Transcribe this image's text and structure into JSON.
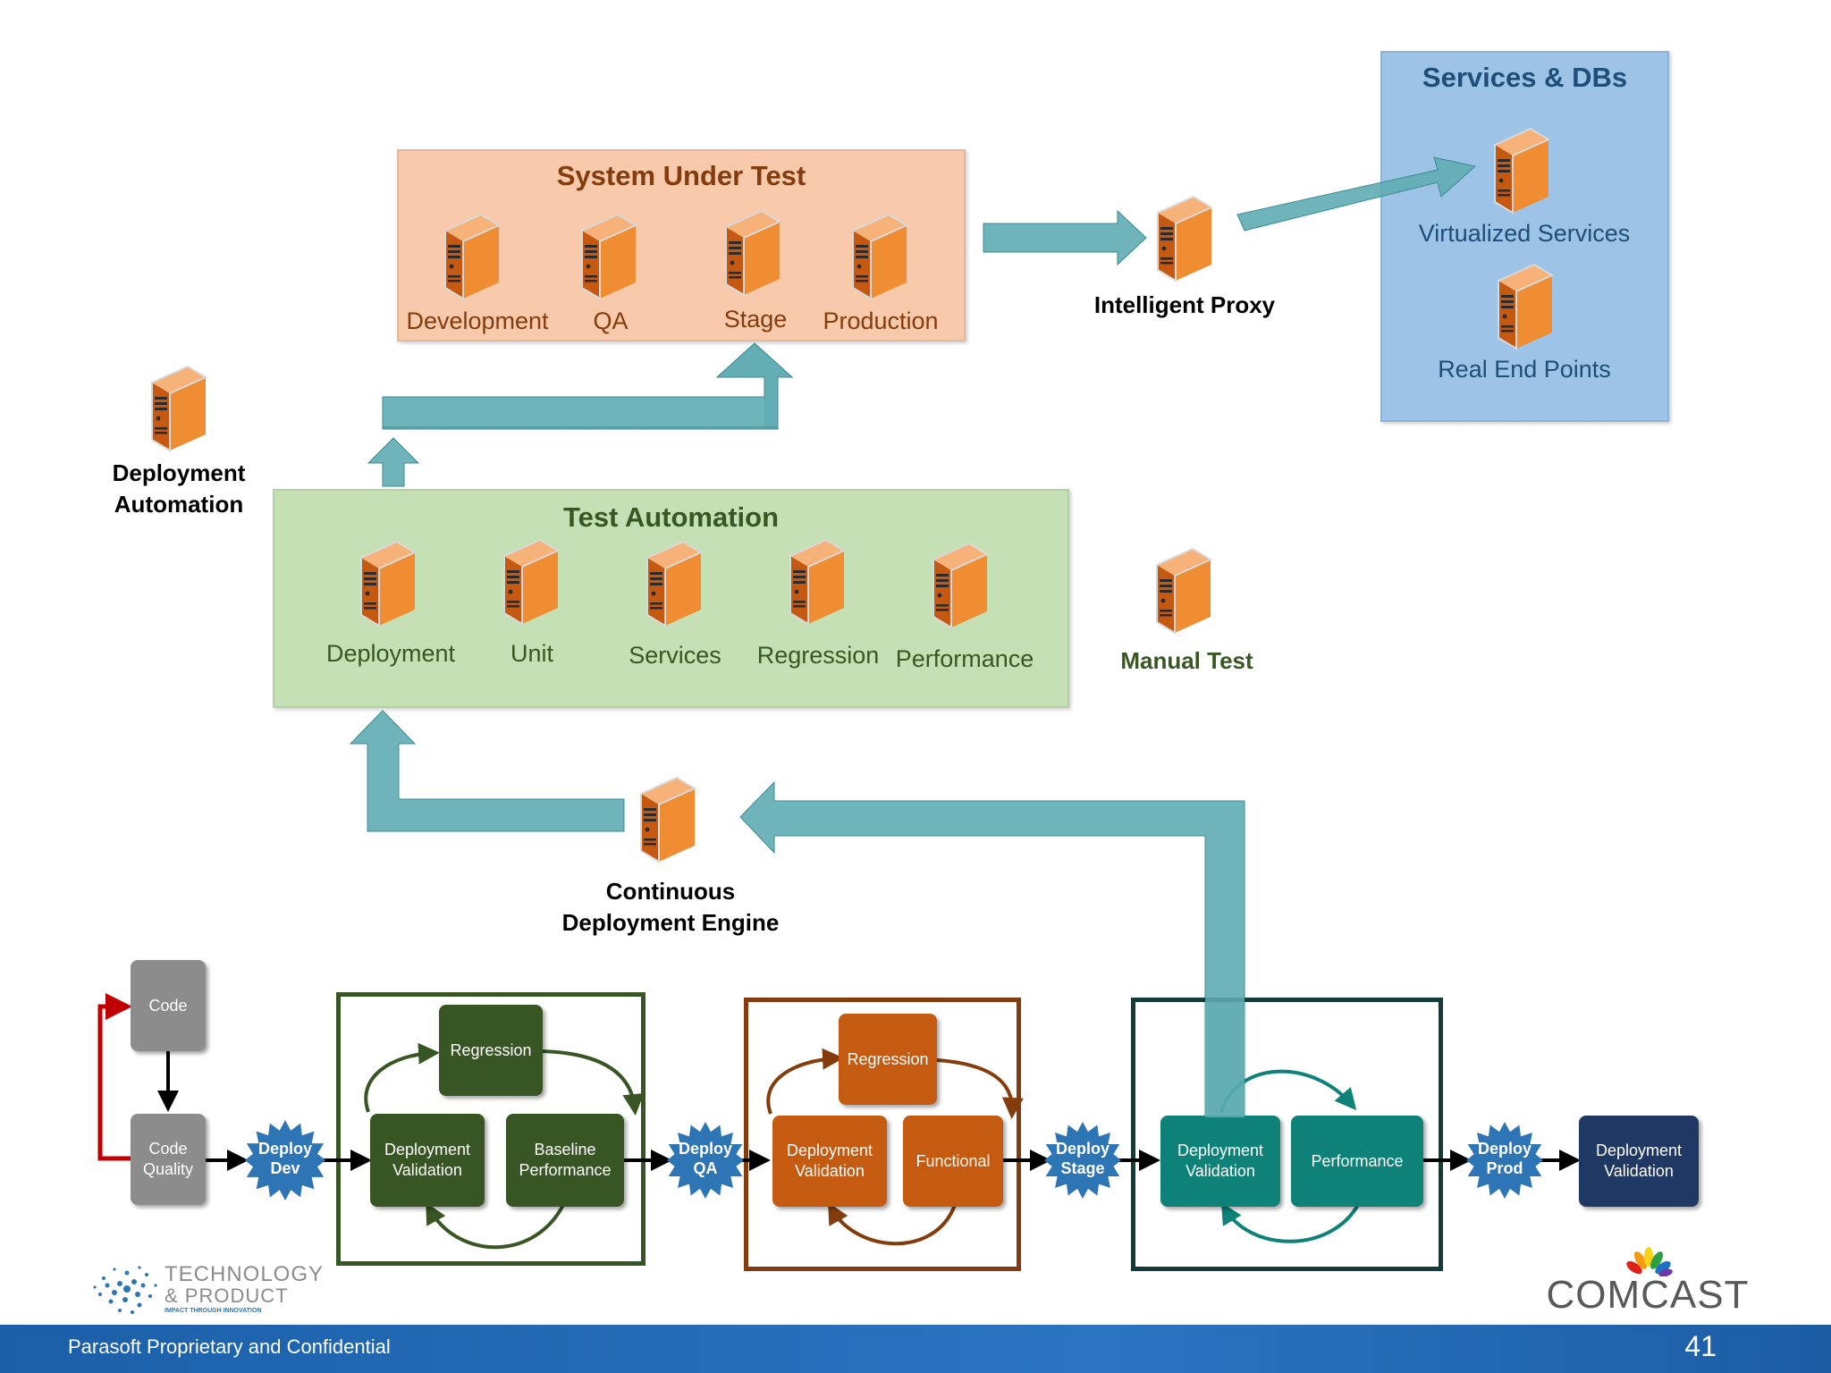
{
  "sut": {
    "title": "System Under Test",
    "items": [
      "Development",
      "QA",
      "Stage",
      "Production"
    ]
  },
  "proxy": {
    "label": "Intelligent Proxy"
  },
  "services": {
    "title": "Services & DBs",
    "virtualized": "Virtualized Services",
    "real": "Real End Points"
  },
  "deploy_automation": {
    "line1": "Deployment",
    "line2": "Automation"
  },
  "test_automation": {
    "title": "Test Automation",
    "items": [
      "Deployment",
      "Unit",
      "Services",
      "Regression",
      "Performance"
    ]
  },
  "manual_test": {
    "label": "Manual Test"
  },
  "cde": {
    "line1": "Continuous",
    "line2": "Deployment Engine"
  },
  "pipeline": {
    "code": "Code",
    "code_quality": "Code\nQuality",
    "deploy_dev": "Deploy\nDev",
    "dev_regression": "Regression",
    "dev_deploy_validation": "Deployment\nValidation",
    "dev_baseline": "Baseline\nPerformance",
    "deploy_qa": "Deploy\nQA",
    "qa_regression": "Regression",
    "qa_deploy_validation": "Deployment\nValidation",
    "qa_functional": "Functional",
    "deploy_stage": "Deploy\nStage",
    "stage_deploy_validation": "Deployment\nValidation",
    "stage_performance": "Performance",
    "deploy_prod": "Deploy\nProd",
    "prod_deploy_validation": "Deployment\nValidation"
  },
  "logos": {
    "tp_line1": "TECHNOLOGY",
    "tp_line2": "& PRODUCT",
    "tp_tag": "IMPACT THROUGH INNOVATION",
    "comcast": "COMCAST"
  },
  "footer": {
    "left": "Parasoft Proprietary and Confidential",
    "page": "41"
  },
  "colors": {
    "sut_bg": "#f8c9ab",
    "sut_title": "#843c0c",
    "ta_bg": "#c5e0b4",
    "ta_title": "#385723",
    "svc_bg": "#9dc3e6",
    "svc_title": "#1f4e79",
    "teal_arrow": "#62aeb4",
    "dev_green": "#375623",
    "qa_orange": "#c55a11",
    "stage_teal": "#0e8278",
    "prod_navy": "#203864",
    "star_blue": "#2e75b6",
    "code_gray": "#8c8c8c"
  }
}
